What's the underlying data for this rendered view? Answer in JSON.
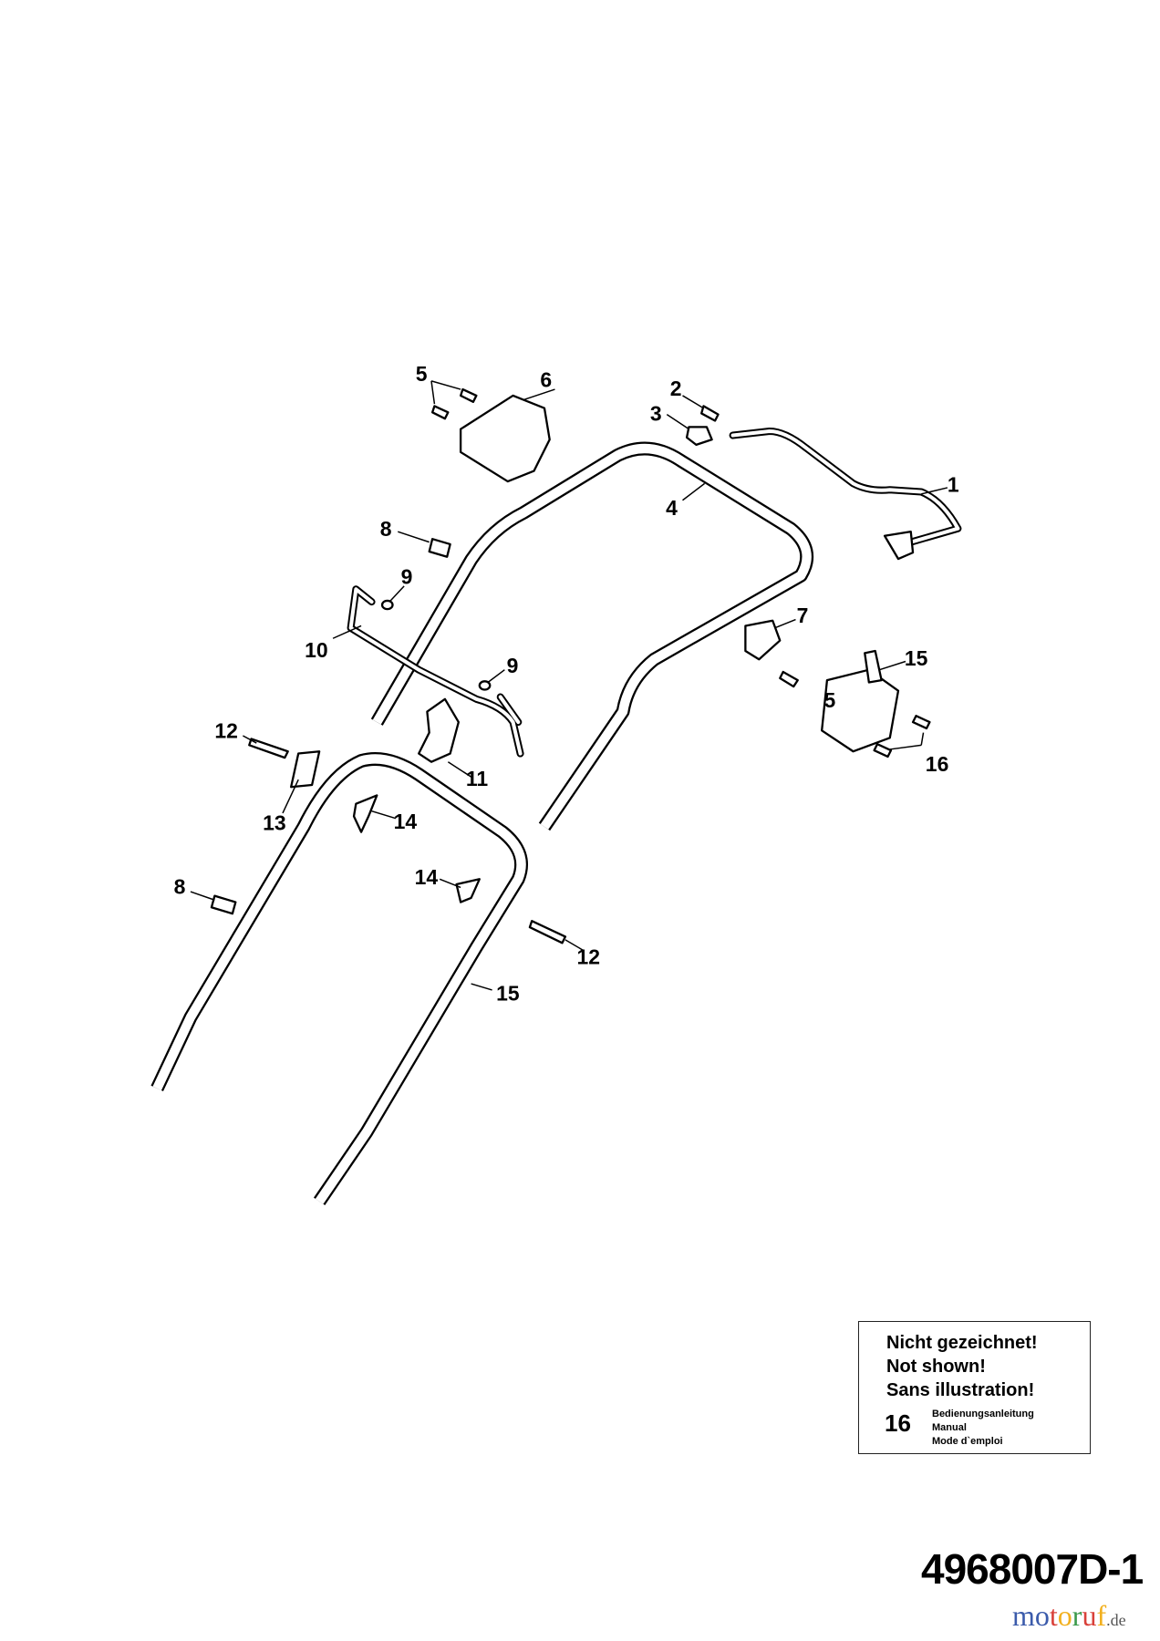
{
  "labels": {
    "l1": "1",
    "l2": "2",
    "l3": "3",
    "l4": "4",
    "l5a": "5",
    "l5b": "5",
    "l6": "6",
    "l7": "7",
    "l8a": "8",
    "l8b": "8",
    "l9a": "9",
    "l9b": "9",
    "l10": "10",
    "l11": "11",
    "l12a": "12",
    "l12b": "12",
    "l13": "13",
    "l14a": "14",
    "l14b": "14",
    "l15a": "15",
    "l15b": "15",
    "l16": "16"
  },
  "legend": {
    "line1": "Nicht gezeichnet!",
    "line2": "Not shown!",
    "line3": "Sans illustration!",
    "item_number": "16",
    "item_de": "Bedienungsanleitung",
    "item_en": "Manual",
    "item_fr": "Mode d`emploi"
  },
  "part_number": "4968007D-1",
  "watermark": {
    "text": "motoruf",
    "suffix": ".de",
    "colors": [
      "#3b5bab",
      "#3b5bab",
      "#d9413a",
      "#f2b01e",
      "#3b9a4b",
      "#d9413a",
      "#f2b01e"
    ]
  }
}
